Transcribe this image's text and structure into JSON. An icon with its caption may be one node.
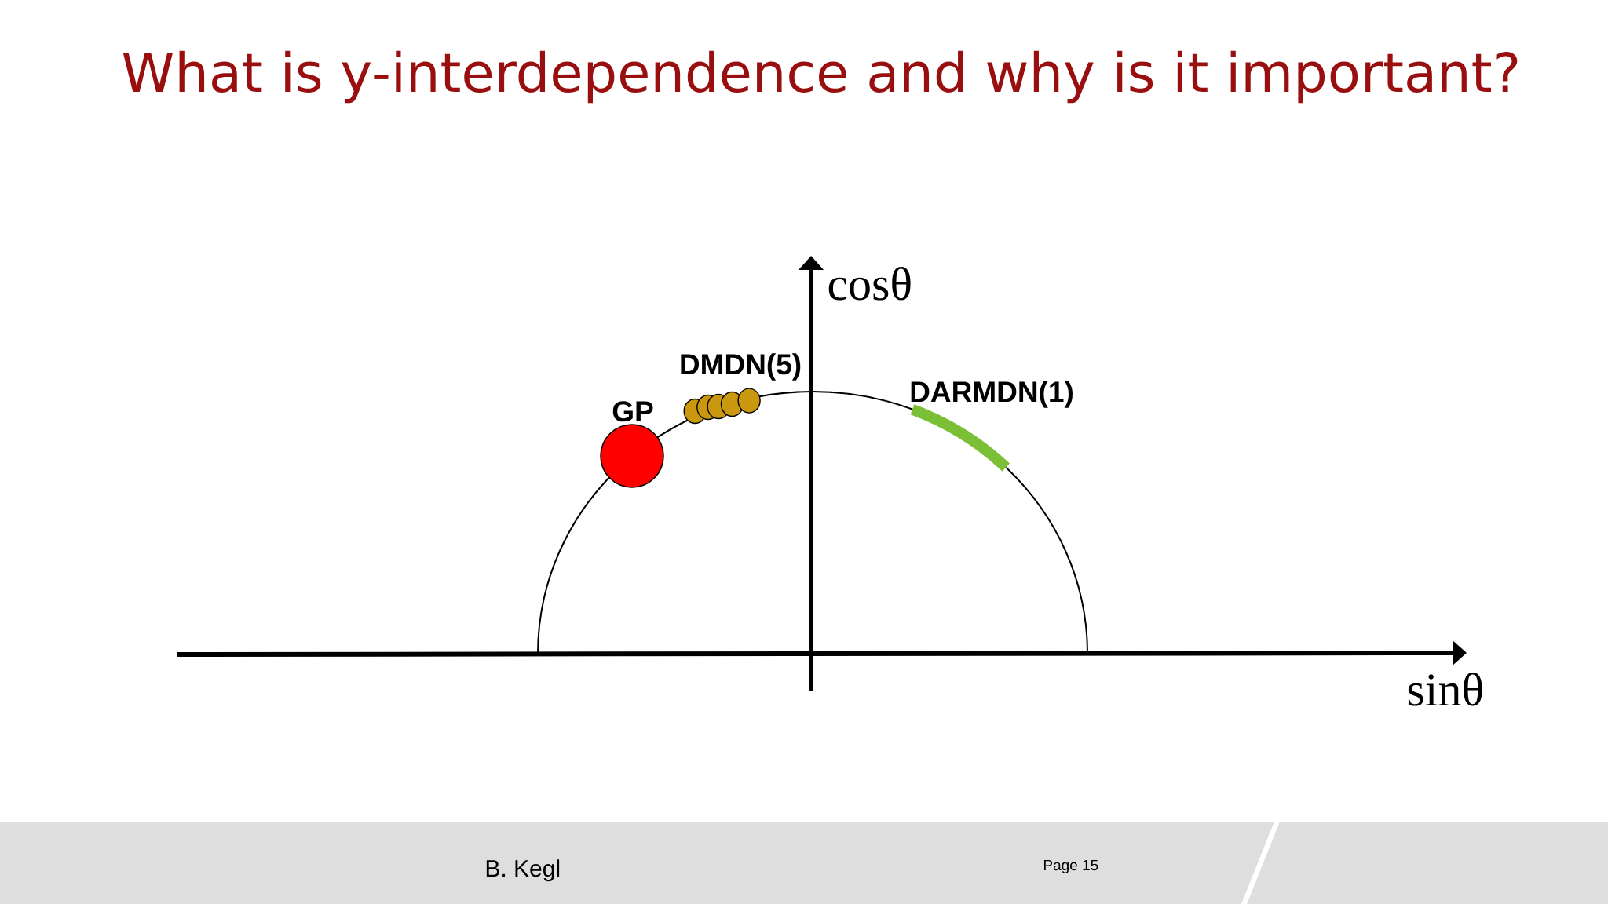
{
  "diagram": {
    "title": "What is y-interdependence and why is it important?",
    "nodes": [
      {
        "text": [],
        "shape": "circle",
        "beside": [
          "GP"
        ]
      }
    ],
    "labels": [
      "cosθ",
      "DMDN(5)",
      "DARMDN(1)",
      "sinθ",
      "B. Kegl",
      "Page 15"
    ]
  }
}
